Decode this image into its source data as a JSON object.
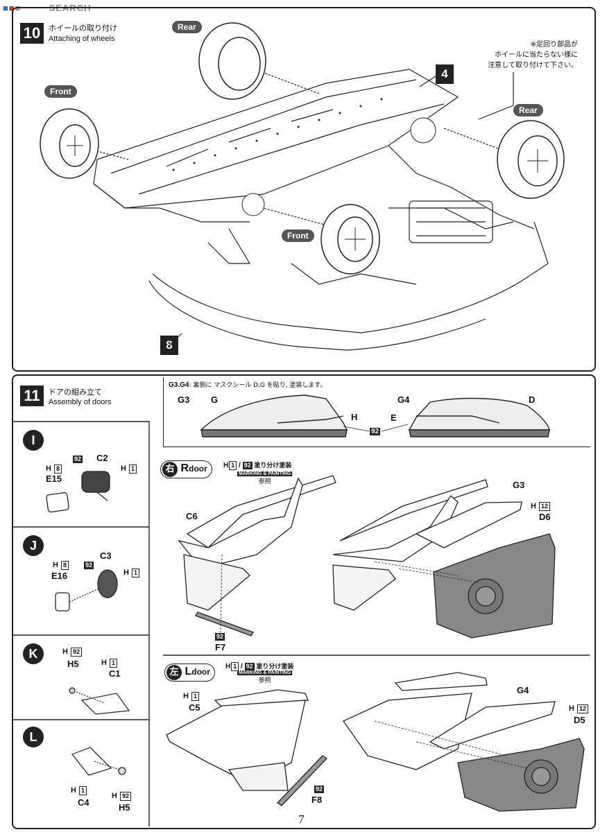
{
  "watermark": "SEARCH",
  "step10": {
    "number": "10",
    "title_jp": "ホイールの取り付け",
    "title_en": "Attaching of wheels",
    "labels": {
      "rear_left": "Rear",
      "rear_right": "Rear",
      "front_left": "Front",
      "front_right": "Front"
    },
    "note_jp": [
      "※足回り部品が",
      "ホイールに当たらない様に",
      "注意して取り付けて下さい。"
    ],
    "callout_4": "4",
    "callout_8": "8"
  },
  "step11": {
    "number": "11",
    "title_jp": "ドアの組み立て",
    "title_en": "Assembly of doors",
    "g3g4_note_prefix": "G3.G4",
    "g3g4_note": ": 裏側に マスクシール D,G を貼り, 塗装します。",
    "g3g4_parts": {
      "g3": "G3",
      "g": "G",
      "h": "H",
      "p92": "92",
      "g4": "G4",
      "e": "E",
      "d": "D"
    },
    "sub_i": {
      "letter": "I",
      "h": "H",
      "h_num": "8",
      "p92": "92",
      "c2": "C2",
      "e15": "E15",
      "h2": "H",
      "h2_num": "1"
    },
    "sub_j": {
      "letter": "J",
      "h": "H",
      "h_num": "8",
      "p92": "92",
      "c3": "C3",
      "e16": "E16",
      "h2": "H",
      "h2_num": "1"
    },
    "sub_k": {
      "letter": "K",
      "h": "H",
      "h_num": "92",
      "h5": "H5",
      "h2": "H",
      "h2_num": "1",
      "c1": "C1"
    },
    "sub_l": {
      "letter": "L",
      "h": "H",
      "h_num": "1",
      "c4": "C4",
      "h2": "H",
      "h2_num": "92",
      "h5": "H5"
    },
    "right_door": {
      "kanji": "右",
      "label": "R",
      "door": "door",
      "h": "H",
      "h_num": "1",
      "slash": "/",
      "p92": "92",
      "paint_jp": "塗り分け塗装",
      "marking": "MARKING & PAINTING",
      "ref_jp": "参照",
      "c6": "C6",
      "g3": "G3",
      "h12": "H",
      "h12_num": "12",
      "d6": "D6",
      "f7_num": "92",
      "f7": "F7"
    },
    "left_door": {
      "kanji": "左",
      "label": "L",
      "door": "door",
      "h": "H",
      "h_num": "1",
      "slash": "/",
      "p92": "92",
      "paint_jp": "塗り分け塗装",
      "marking": "MARKING & PAINTING",
      "ref_jp": "参照",
      "h1": "H",
      "h1_num": "1",
      "c5": "C5",
      "g4": "G4",
      "h12": "H",
      "h12_num": "12",
      "d5": "D5",
      "f8_num": "92",
      "f8": "F8"
    }
  },
  "page_number": "7"
}
